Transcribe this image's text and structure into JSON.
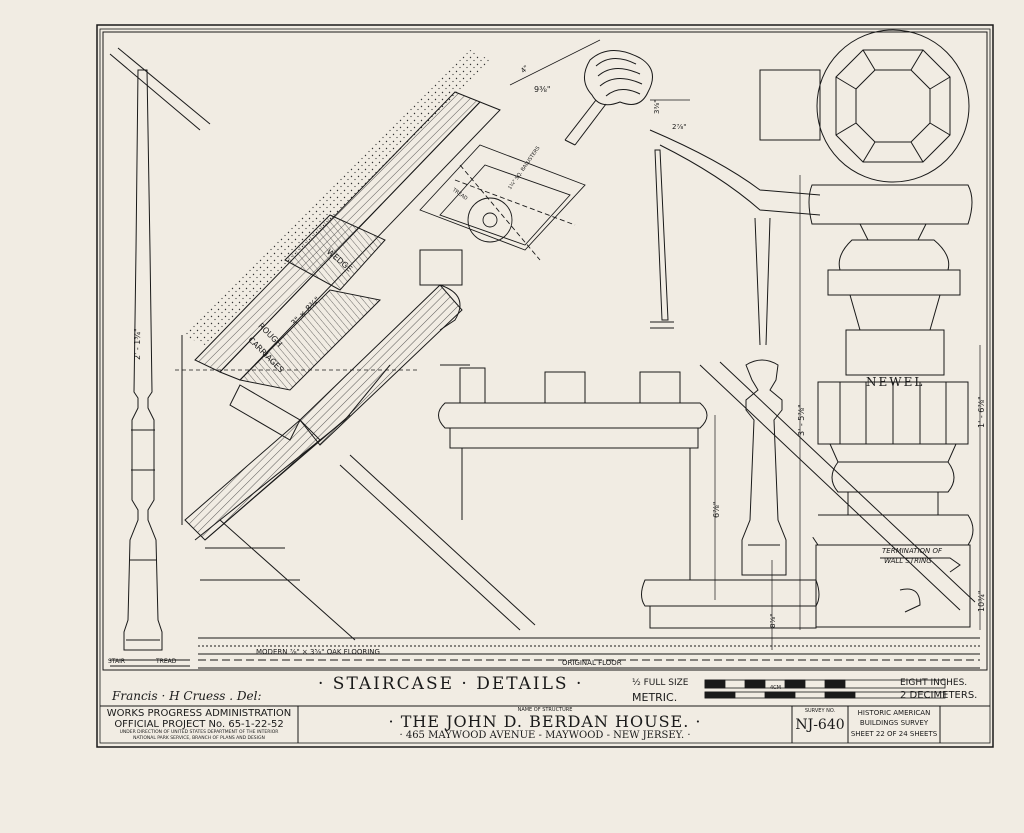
{
  "sheet_title": "· STAIRCASE · DETAILS ·",
  "delineator": "Francis · H Cruess . Del:",
  "agency": {
    "line1": "WORKS PROGRESS ADMINISTRATION",
    "line2": "OFFICIAL PROJECT No. 65-1-22-52",
    "line3": "UNDER DIRECTION OF UNITED STATES DEPARTMENT OF THE INTERIOR",
    "line4": "NATIONAL PARK SERVICE, BRANCH OF PLANS AND DESIGN"
  },
  "structure": {
    "caption": "NAME OF STRUCTURE",
    "name": "· THE JOHN D. BERDAN HOUSE. ·",
    "address": "· 465 MAYWOOD AVENUE - MAYWOOD - NEW JERSEY. ·"
  },
  "survey": {
    "caption": "SURVEY NO.",
    "number": "NJ-640"
  },
  "habs": {
    "line1": "HISTORIC AMERICAN",
    "line2": "BUILDINGS SURVEY",
    "sheet": "SHEET 22 OF 24 SHEETS"
  },
  "scale": {
    "left1": "½ FULL SIZE",
    "left2": "METRIC.",
    "right1": "EIGHT INCHES.",
    "right2": "2 DECIMETERS.",
    "mid": "4CM"
  },
  "labels": {
    "newel": "NEWEL",
    "termination": "TERMINATION OF",
    "wall_string": "WALL STRING",
    "modern_flooring": "MODERN ⅞\" × 3⅝\" OAK FLOORING",
    "original_floor": "ORIGINAL FLOOR",
    "stair": "STAIR",
    "tread": "TREAD",
    "wedge": "WEDGE",
    "rough": "ROUGH",
    "carriages": "CARRIAGES",
    "carriage_dim": "3\" × 8¾\"",
    "tread_small": "TREAD",
    "balusters": "1¼\" SQ. BALUSTERS",
    "dim_baluster": "2' - 1¾\"",
    "dim_newel_total": "3' - 5⅞\"",
    "dim_newel_upper": "1' - 6⅞\"",
    "dim_newel_lower": "10¾\"",
    "dim_rail_height": "6⅞\"",
    "dim_top": "9⅜\"",
    "dim_rail_w": "3⅜\"",
    "dim_rail_d": "2⅞\"",
    "dim_base": "8⅞\"",
    "dim_misc": "4\""
  }
}
